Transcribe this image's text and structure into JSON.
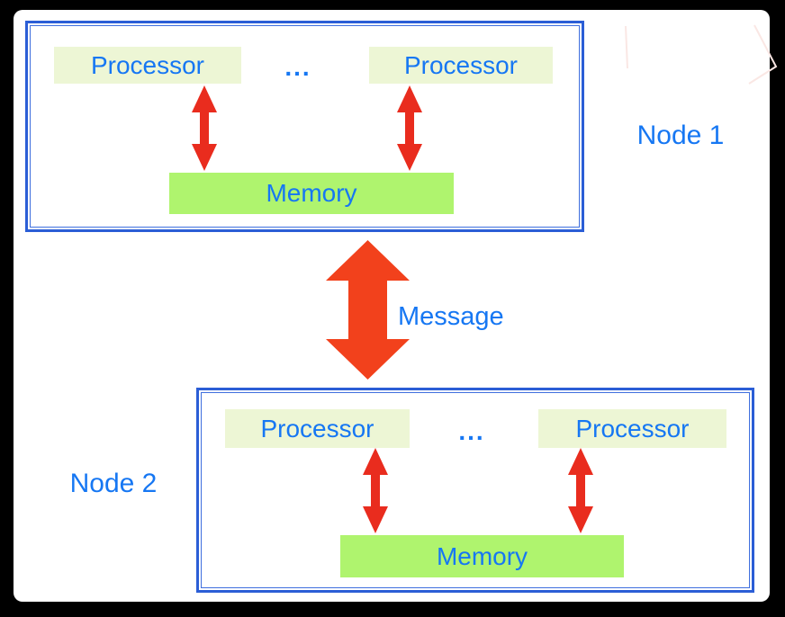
{
  "colors": {
    "page_bg": "#000000",
    "canvas_bg": "#ffffff",
    "node_border": "#2b5ed6",
    "node_border_inner": "#3f6fde",
    "processor_fill": "#edf6d5",
    "memory_fill": "#aff46e",
    "label_blue": "#1677f3",
    "arrow_red": "#e92c1e",
    "arrow_red_big": "#f2411c"
  },
  "nodes": [
    {
      "label": "Node 1",
      "processor_left": "Processor",
      "dots": "...",
      "processor_right": "Processor",
      "memory": "Memory"
    },
    {
      "label": "Node 2",
      "processor_left": "Processor",
      "dots": "...",
      "processor_right": "Processor",
      "memory": "Memory"
    }
  ],
  "message_label": "Message"
}
